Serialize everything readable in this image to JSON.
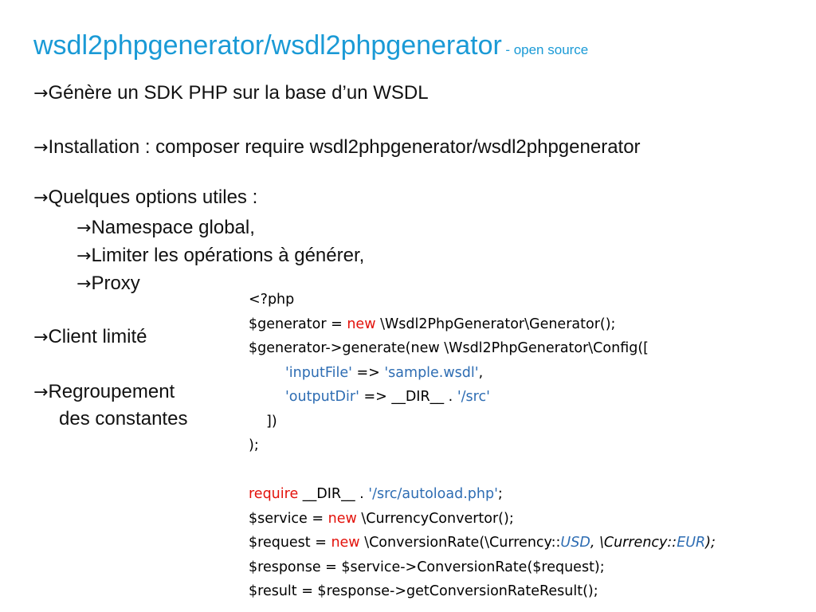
{
  "title": {
    "main": "wsdl2phpgenerator/wsdl2phpgenerator",
    "sub": "- open source"
  },
  "arrow": "→",
  "bullets": [
    "Génère un SDK PHP sur la base d’un WSDL",
    "Installation : composer require wsdl2phpgenerator/wsdl2phpgenerator",
    "Quelques options utiles :",
    "Namespace global,",
    "Limiter les opérations à générer,",
    "Proxy",
    "Client limité",
    "Regroupement",
    "des constantes"
  ],
  "code": {
    "l1": "<?php",
    "l2a": "$generator = ",
    "l2kw": "new",
    "l2b": " \\Wsdl2PhpGenerator\\Generator();",
    "l3": "$generator->generate(new \\Wsdl2PhpGenerator\\Config([",
    "l4a": "'inputFile'",
    "l4b": " => ",
    "l4c": "'sample.wsdl'",
    "l4d": ",",
    "l5a": "'outputDir'",
    "l5b": " => __DIR__ . ",
    "l5c": "'/src'",
    "l6": "])",
    "l7": ");",
    "l8kw": "require",
    "l8a": " __DIR__ . ",
    "l8b": "'/src/autoload.php'",
    "l8c": ";",
    "l9a": "$service = ",
    "l9kw": "new",
    "l9b": " \\CurrencyConvertor();",
    "l10a": "$request = ",
    "l10kw": "new",
    "l10b": " \\ConversionRate(\\Currency::",
    "l10c": "USD",
    "l10d": ", \\Currency::",
    "l10e": "EUR",
    "l10f": ");",
    "l11": "$response = $service->ConversionRate($request);",
    "l12": "$result = $response->getConversionRateResult();"
  }
}
